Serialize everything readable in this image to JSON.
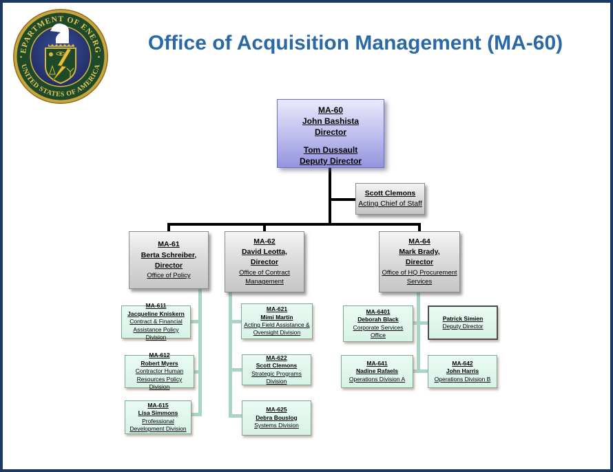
{
  "window": {
    "title": "Office of Acquisition Management (MA-60)"
  },
  "seal": {
    "arc_top": "DEPARTMENT OF ENERGY",
    "arc_bottom": "UNITED STATES OF AMERICA",
    "separator_dot": "•"
  },
  "colors": {
    "title_blue": "#2a69a5",
    "page_border_navy": "#1a3a63",
    "root_box_fill": "#b3b3ea",
    "office_box_fill": "#d9d9d9",
    "division_box_fill": "#e1f7ed",
    "black_connector": "#000000",
    "teal_connector": "#a9d6c3",
    "seal_gold": "#c9a53b",
    "seal_green": "#1e4a29",
    "seal_navy": "#26336e"
  },
  "org": {
    "ma60": {
      "code": "MA-60",
      "name": "John Bashista",
      "title": "Director",
      "name2": "Tom Dussault",
      "title2": "Deputy Director"
    },
    "chief_of_staff": {
      "name": "Scott Clemons",
      "title": "Acting Chief of Staff"
    },
    "ma61": {
      "code": "MA-61",
      "name": "Berta Schreiber,",
      "title": "Director",
      "office": "Office of Policy"
    },
    "ma62": {
      "code": "MA-62",
      "name": "David Leotta,",
      "title": "Director",
      "office": "Office of Contract Management"
    },
    "ma64": {
      "code": "MA-64",
      "name": "Mark Brady,",
      "title": "Director",
      "office": "Office of HQ Procurement Services"
    },
    "ma611": {
      "code": "MA-611",
      "name": "Jacqueline Kniskern",
      "division": "Contract & Financial Assistance Policy Division"
    },
    "ma612": {
      "code": "MA-612",
      "name": "Robert Myers",
      "division": "Contractor Human Resources Policy Division"
    },
    "ma615": {
      "code": "MA-615",
      "name": "Lisa Simmons",
      "division": "Professional Development Division"
    },
    "ma621": {
      "code": "MA-621",
      "name": "Mimi Martin",
      "division": "Acting Field Assistance & Oversight Division"
    },
    "ma622": {
      "code": "MA-622",
      "name": "Scott Clemons",
      "division": "Strategic Programs Division"
    },
    "ma625": {
      "code": "MA-625",
      "name": "Debra Bouslog",
      "division": "Systems Division"
    },
    "ma6401": {
      "code": "MA-6401",
      "name": "Deborah Black",
      "division": "Corporate Services Office"
    },
    "simien": {
      "name": "Patrick Simien",
      "title": "Deputy Director"
    },
    "ma641": {
      "code": "MA-641",
      "name": "Nadine Rafaels",
      "division": "Operations Division A"
    },
    "ma642": {
      "code": "MA-642",
      "name": "John Harris",
      "division": "Operations Division B"
    }
  }
}
